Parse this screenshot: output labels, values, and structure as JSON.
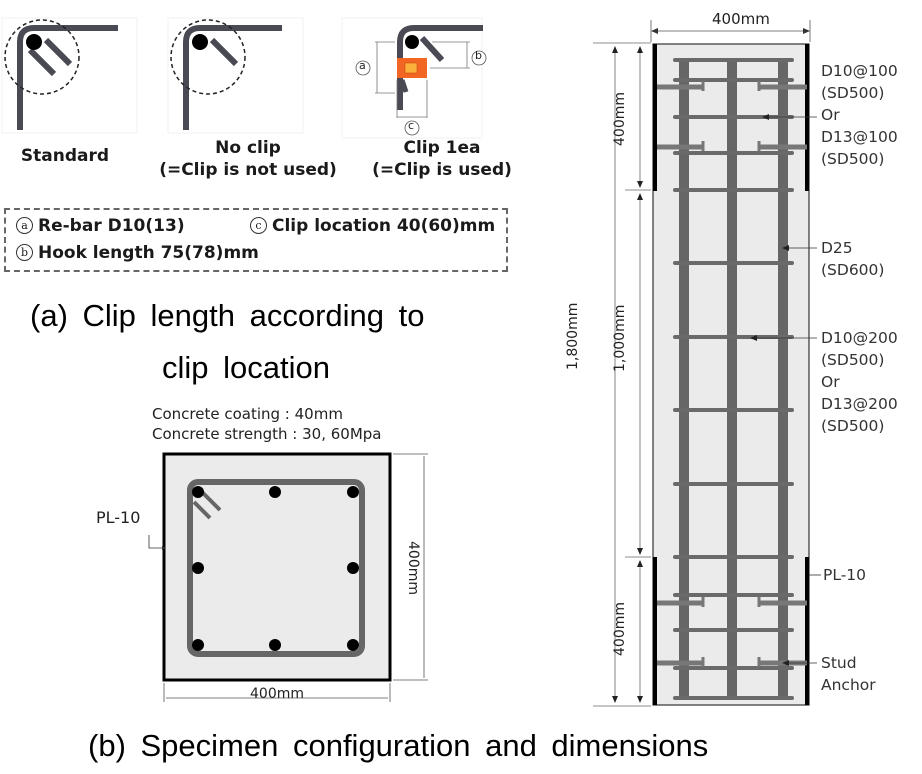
{
  "figure": {
    "panel_a": {
      "hook_types": [
        {
          "label": "Standard",
          "sublabel": ""
        },
        {
          "label": "No clip",
          "sublabel": "(=Clip is not used)"
        },
        {
          "label": "Clip 1ea",
          "sublabel": "(=Clip is used)"
        }
      ],
      "markers": {
        "a": "a",
        "b": "b",
        "c": "c"
      },
      "legend": [
        {
          "marker": "a",
          "text": "Re-bar D10(13)"
        },
        {
          "marker": "c",
          "text": "Clip location 40(60)mm"
        },
        {
          "marker": "b",
          "text": "Hook length 75(78)mm"
        }
      ],
      "caption_line1": "(a) Clip length according to",
      "caption_line2": "clip location"
    },
    "section": {
      "note_line1": "Concrete coating  : 40mm",
      "note_line2": "Concrete strength : 30, 60Mpa",
      "plate_label": "PL-10",
      "width_label": "400mm",
      "height_label": "400mm"
    },
    "elevation": {
      "width_label": "400mm",
      "dim_total": "1,800mm",
      "dim_top": "400mm",
      "dim_middle": "1,000mm",
      "dim_bottom": "400mm",
      "callouts": {
        "top_ties": [
          "D10@100",
          "(SD500)",
          "Or",
          "D13@100",
          "(SD500)"
        ],
        "main_bar": [
          "D25",
          "(SD600)"
        ],
        "mid_ties": [
          "D10@200",
          "(SD500)",
          "Or",
          "D13@200",
          "(SD500)"
        ],
        "plate": "PL-10",
        "stud": [
          "Stud",
          "Anchor"
        ]
      }
    },
    "caption_b": "(b) Specimen configuration and dimensions",
    "colors": {
      "rebar": "#555555",
      "rebar_dark": "#4a4a55",
      "concrete": "#ebebeb",
      "plate": "#000000",
      "clip_outer": "#f26522",
      "clip_inner": "#fbb03b"
    }
  }
}
